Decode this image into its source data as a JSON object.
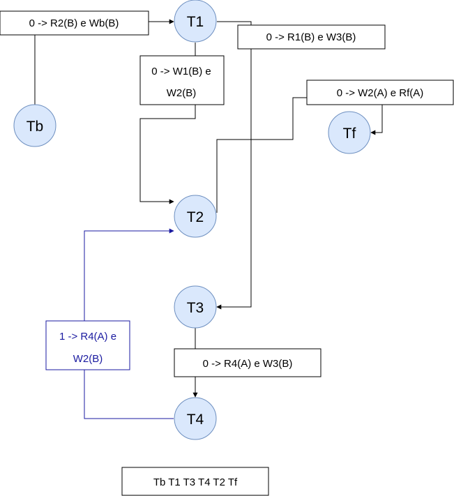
{
  "nodes": {
    "tb": "Tb",
    "t1": "T1",
    "t2": "T2",
    "t3": "T3",
    "t4": "T4",
    "tf": "Tf"
  },
  "edges": {
    "tb_t1": "0 -> R2(B) e Wb(B)",
    "t1_t3": "0 -> R1(B) e W3(B)",
    "t1_t2_line1": "0 -> W1(B) e",
    "t1_t2_line2": "W2(B)",
    "t2_tf": "0 -> W2(A) e Rf(A)",
    "t3_t4": "0 -> R4(A) e W3(B)",
    "t4_t2_line1": "1 -> R4(A) e",
    "t4_t2_line2": "W2(B)"
  },
  "order": "Tb T1 T3 T4 T2 Tf",
  "colors": {
    "node_fill": "#dae8fc",
    "node_stroke": "#6c8ebf",
    "edge": "#000000",
    "edge_blue": "#1a1aa0"
  }
}
